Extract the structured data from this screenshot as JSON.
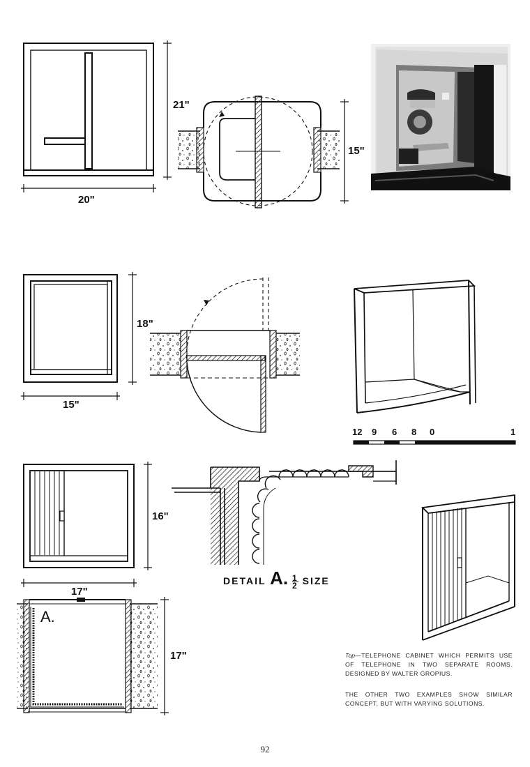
{
  "dimensions": {
    "top_front_width": "20\"",
    "top_front_height": "21\"",
    "top_plan_depth": "15\"",
    "mid_front_height": "18\"",
    "mid_front_width": "15\"",
    "bottom_front_height": "16\"",
    "bottom_front_width": "17\"",
    "bottom_plan_depth": "17\""
  },
  "scale_bar": {
    "ticks": [
      "12",
      "9",
      "6",
      "8",
      "0",
      "1"
    ]
  },
  "detail": {
    "prefix": "DETAIL",
    "letter": "A.",
    "frac_num": "1",
    "frac_den": "2",
    "suffix": "SIZE"
  },
  "plan_marker": "A.",
  "caption": {
    "lead": "Top",
    "para1": "—TELEPHONE CABINET WHICH PERMITS USE OF TELEPHONE IN TWO SEPARATE ROOMS. DESIGNED BY WALTER GROPIUS.",
    "para2": "THE OTHER TWO EXAMPLES SHOW SIMILAR CONCEPT, BUT WITH VARYING SOLUTIONS."
  },
  "page_number": "92"
}
